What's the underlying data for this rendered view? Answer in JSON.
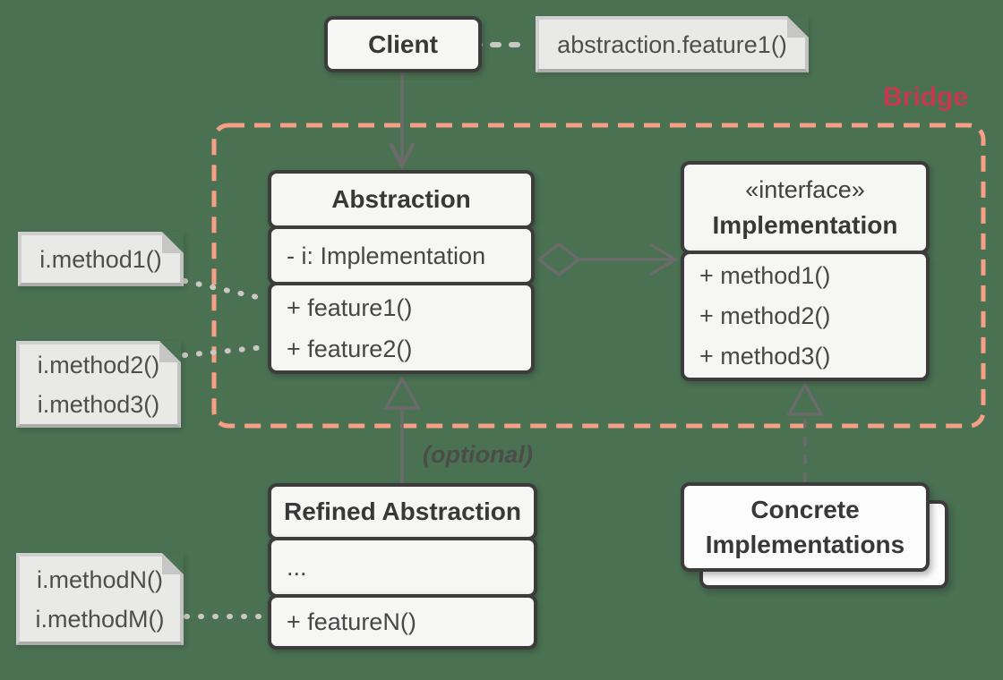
{
  "diagram": {
    "kind": "UML class diagram — Bridge design pattern",
    "background_color": "#4A7151"
  },
  "colors": {
    "background": "#4A7151",
    "box_fill": "#F6F6F5",
    "box_border": "#3C3C3C",
    "note_fill": "#E9E9E8",
    "note_border": "#CFCFCF",
    "bridge_border": "#F79E86",
    "bridge_label": "#C23B4C",
    "connector": "#6B6B6B",
    "dotted_connector": "#CBC8C3"
  },
  "client": {
    "label": "Client"
  },
  "client_note": {
    "text": "abstraction.feature1()"
  },
  "bridge": {
    "label": "Bridge"
  },
  "abstraction": {
    "title": "Abstraction",
    "attribute": "- i: Implementation",
    "methods": [
      "+ feature1()",
      "+ feature2()"
    ]
  },
  "implementation": {
    "stereotype": "«interface»",
    "title": "Implementation",
    "methods": [
      "+ method1()",
      "+ method2()",
      "+ method3()"
    ]
  },
  "refined": {
    "title": "Refined Abstraction",
    "placeholder": "...",
    "method": "+ featureN()"
  },
  "concrete": {
    "line1": "Concrete",
    "line2": "Implementations"
  },
  "side_notes": {
    "note1_line1": "i.method1()",
    "note2_line1": "i.method2()",
    "note2_line2": "i.method3()",
    "note3_line1": "i.methodN()",
    "note3_line2": "i.methodM()"
  },
  "optional": {
    "label": "(optional)"
  },
  "relationships": {
    "client_to_abstraction": "directed association (solid arrow)",
    "abstraction_to_implementation": "aggregation (hollow diamond, open arrow)",
    "refined_to_abstraction": "inheritance (solid line, hollow triangle)",
    "concrete_to_implementation": "realization (dashed line, hollow triangle)"
  }
}
